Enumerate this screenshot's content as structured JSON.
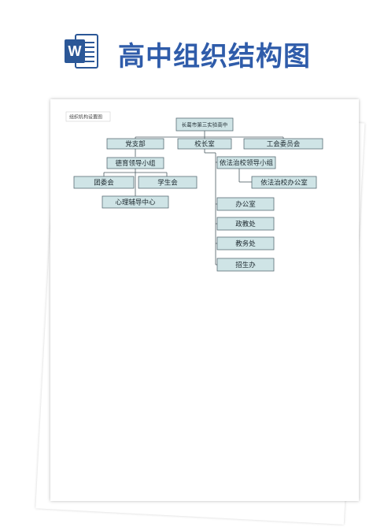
{
  "header": {
    "title": "高中组织结构图",
    "icon": "word-document-icon",
    "icon_letter": "W",
    "icon_color": "#2b5797"
  },
  "document": {
    "label": "组织机构设置图"
  },
  "org_chart": {
    "root": "长葛市第三实验高中",
    "level1": [
      "党支部",
      "校长室",
      "工会委员会"
    ],
    "party_branch": {
      "sub": "德育领导小组",
      "children": [
        "团委会",
        "学生会"
      ],
      "grandchild": "心理辅导中心"
    },
    "principal_office": {
      "sub": "依法治校领导小组",
      "sub_child": "依法治校办公室",
      "departments": [
        "办公室",
        "政教处",
        "教务处",
        "招生办"
      ]
    }
  },
  "colors": {
    "node_fill": "#cfe4e6",
    "node_border": "#5b6e76",
    "title": "#2f5caa"
  }
}
